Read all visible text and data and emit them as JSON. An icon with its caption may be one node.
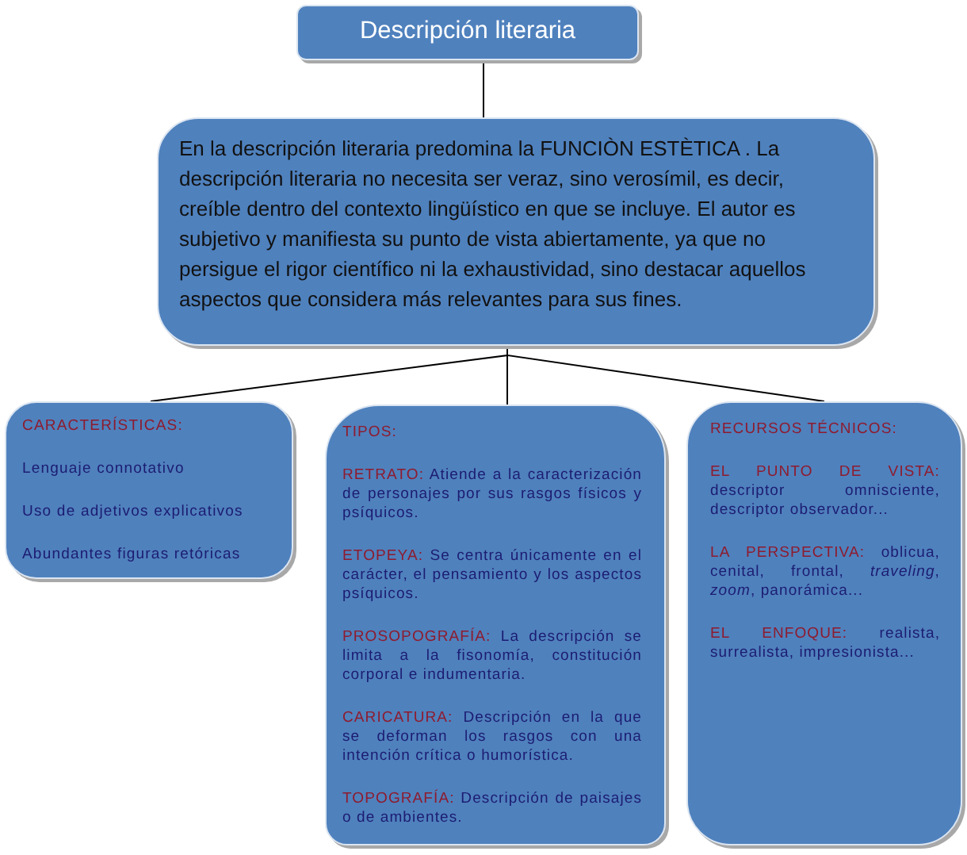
{
  "diagram": {
    "nodes": [
      {
        "text": [
          "Descripción literaria"
        ]
      },
      {
        "text": [
          "En la descripción literaria predomina la FUNCIÒN ESTÈTICA . La descripción literaria no necesita ser veraz, sino verosímil, es decir, creíble dentro del contexto lingüístico en que se incluye. El autor es subjetivo y manifiesta su punto de vista abiertamente, ya que no persigue el rigor científico ni la exhaustividad, sino destacar aquellos aspectos que considera más relevantes para sus fines."
        ]
      },
      {
        "text": [
          "CARACTERÍSTICAS:",
          "Lenguaje connotativo",
          "Uso de adjetivos explicativos",
          "Abundantes figuras retóricas"
        ]
      },
      {
        "text": [
          "TIPOS:",
          "RETRATO: Atiende a la caracterización de personajes por sus rasgos físicos y psíquicos.",
          "ETOPEYA: Se centra únicamente en el carácter, el pensamiento y los aspectos psíquicos.",
          "PROSOPOGRAFÍA: La descripción se limita a la fisonomía, constitución corporal e indumentaria.",
          "CARICATURA: Descripción en la que se deforman los rasgos con una intención crítica o humorística.",
          "TOPOGRAFÍA: Descripción de paisajes o de ambientes."
        ]
      },
      {
        "text": [
          "RECURSOS TÉCNICOS:",
          "EL PUNTO DE VISTA: descriptor omnisciente, descriptor observador...",
          "LA PERSPECTIVA: oblicua, cenital, frontal, *traveling*, *zoom*, panorámica...",
          "EL ENFOQUE: realista, surrealista, impresionista..."
        ]
      }
    ],
    "edges": [
      {
        "from": 0,
        "to": 1,
        "arrow": "none"
      },
      {
        "from": 1,
        "to": 2,
        "arrow": "none"
      },
      {
        "from": 1,
        "to": 3,
        "arrow": "none"
      },
      {
        "from": 1,
        "to": 4,
        "arrow": "none"
      }
    ]
  }
}
